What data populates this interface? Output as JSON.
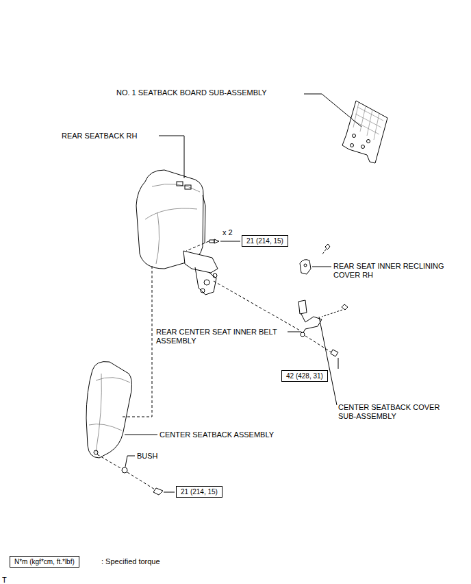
{
  "diagram": {
    "nodes": [
      {
        "text": [
          "21 (214, 15)"
        ]
      },
      {
        "text": [
          "42 (428, 31)"
        ]
      },
      {
        "text": [
          "21 (214, 15)"
        ]
      },
      {
        "text": [
          "N*m (kgf*cm, ft.*lbf)"
        ]
      }
    ],
    "labels": [
      "NO. 1 SEATBACK BOARD SUB-ASSEMBLY",
      "REAR SEATBACK RH",
      "x 2",
      "REAR SEAT INNER RECLINING COVER RH",
      "REAR CENTER SEAT INNER BELT ASSEMBLY",
      "CENTER SEATBACK COVER SUB-ASSEMBLY",
      "CENTER SEATBACK ASSEMBLY",
      "BUSH",
      ": Specified torque",
      "T"
    ]
  }
}
